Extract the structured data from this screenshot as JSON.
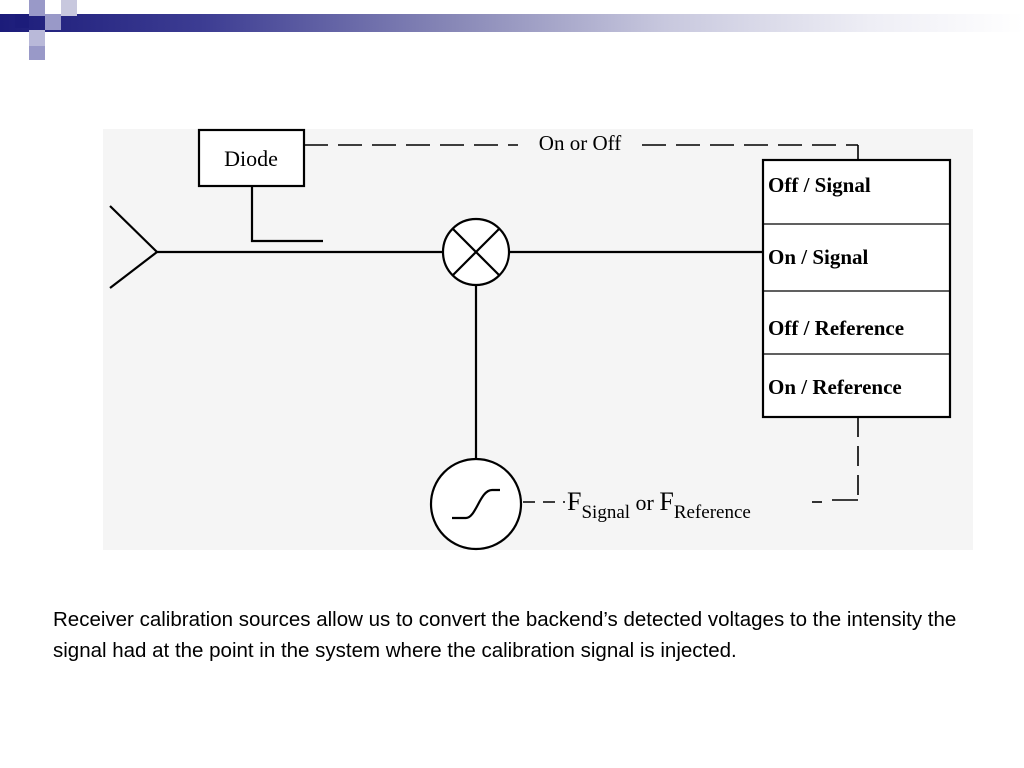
{
  "colors": {
    "accent_dark": "#1c1c7a",
    "accent_light": "#9999c8",
    "diagram_bg": "#f5f5f5"
  },
  "diagram": {
    "diode_label": "Diode",
    "switch_label": "On or Off",
    "freq_label": {
      "f1": "F",
      "sub1": "Signal",
      "or": " or ",
      "f2": "F",
      "sub2": "Reference"
    },
    "states": [
      "Off / Signal",
      "On / Signal",
      "Off / Reference",
      "On / Reference"
    ],
    "icons": {
      "feed": "antenna-icon",
      "mixer": "mixer-icon",
      "oscillator": "oscillator-icon"
    }
  },
  "caption": "Receiver calibration sources  allow us to convert the backend’s detected voltages to the intensity the signal had at the point in the system where the calibration signal is injected."
}
